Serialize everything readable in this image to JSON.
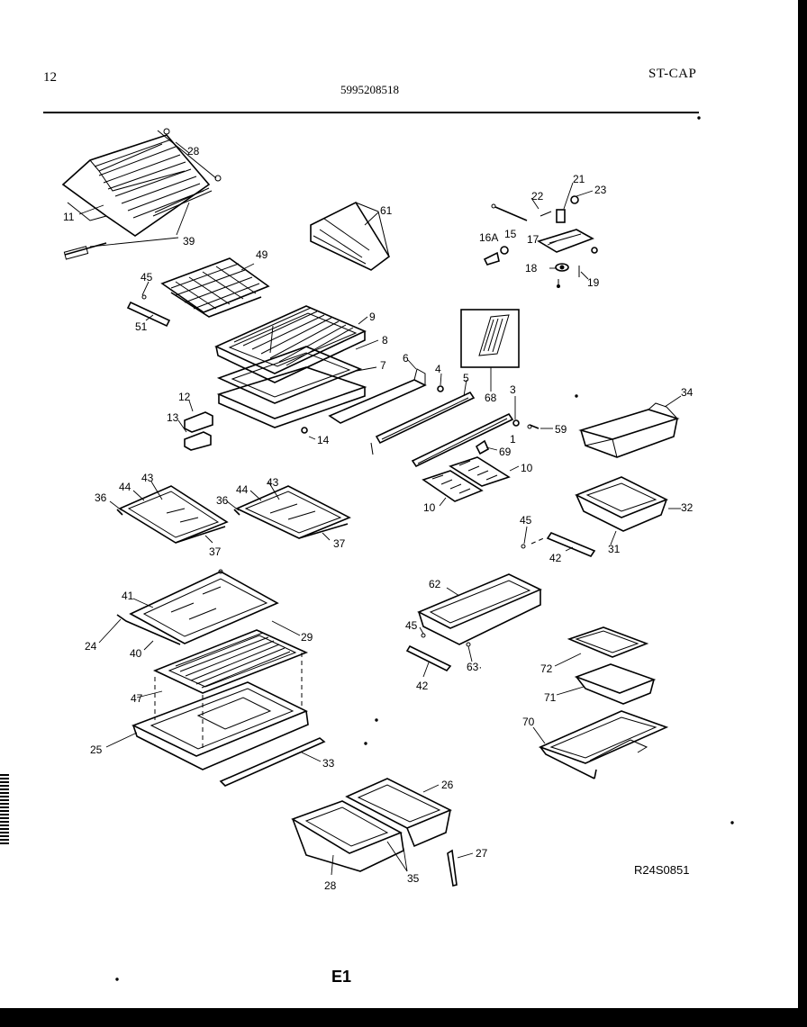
{
  "header": {
    "page_number": "12",
    "model_number": "5995208518",
    "series_code": "ST-CAP"
  },
  "footer": {
    "diagram_code": "R24S0851",
    "section": "E1"
  },
  "callouts": {
    "p28a": "28",
    "p11": "11",
    "p39": "39",
    "p61": "61",
    "p22": "22",
    "p21": "21",
    "p23": "23",
    "p16a": "16A",
    "p15": "15",
    "p17": "17",
    "p18": "18",
    "p19": "19",
    "p49": "49",
    "p45a": "45",
    "p51": "51",
    "p9": "9",
    "p8": "8",
    "p7": "7",
    "p6": "6",
    "p4": "4",
    "p5": "5",
    "p68": "68",
    "p3": "3",
    "p34": "34",
    "p59": "59",
    "p1": "1",
    "p69": "69",
    "p12": "12",
    "p13": "13",
    "p14": "14",
    "p10a": "10",
    "p10b": "10",
    "p36a": "36",
    "p44a": "44",
    "p43a": "43",
    "p37a": "37",
    "p36b": "36",
    "p44b": "44",
    "p43b": "43",
    "p37b": "37",
    "p45b": "45",
    "p32": "32",
    "p31": "31",
    "p42a": "42",
    "p41": "41",
    "p24": "24",
    "p40": "40",
    "p29": "29",
    "p62": "62",
    "p45c": "45",
    "p63": "63·",
    "p42b": "42",
    "p72": "72",
    "p71": "71",
    "p47": "47",
    "p25": "25",
    "p33": "33",
    "p70": "70",
    "p26": "26",
    "p27": "27",
    "p28b": "28",
    "p35": "35"
  }
}
